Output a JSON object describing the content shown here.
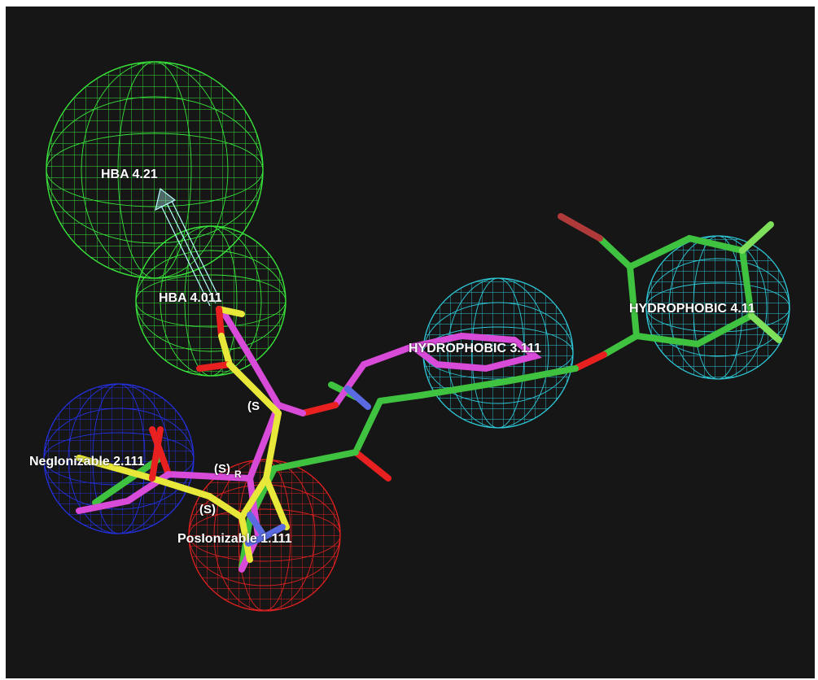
{
  "colors": {
    "background": "#161616",
    "hba_sphere": "#39e43a",
    "hydrophobic_sphere": "#2ec8d8",
    "negionizable_sphere": "#2430e0",
    "posionizable_sphere": "#e02020",
    "vector_arrow": "#b8ffff",
    "carbon_green": "#3fc23f",
    "carbon_magenta": "#d84ad8",
    "carbon_yellow": "#e8e83a",
    "oxygen": "#e82020",
    "nitrogen": "#5a6ae0",
    "fluorine": "#7ee05a",
    "chlorine": "#b03a3a"
  },
  "features": {
    "hba_4_21": "HBA 4.21",
    "hba_4_011": "HBA 4.011",
    "hydrophobic_3_111": "HYDROPHOBIC 3.111",
    "hydrophobic_4_11": "HYDROPHOBIC 4.11",
    "negionizable_2_111": "NegIonizable 2.111",
    "posionizable_1_111": "PosIonizable 1.111"
  },
  "stereo_labels": {
    "s1": "(S",
    "s2": "(S)",
    "r": "R",
    "s3": "(S)"
  }
}
